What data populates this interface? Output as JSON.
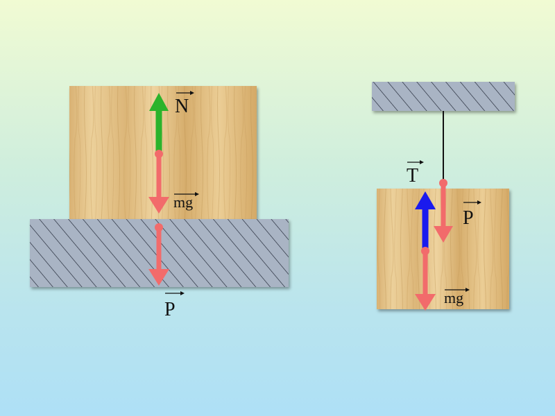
{
  "colors": {
    "wood_light": "#e6c787",
    "wood_dark": "#c89a52",
    "hatch_fill": "#a9b4c4",
    "hatch_line": "#1b2230",
    "arrow_red": "#f26b6b",
    "arrow_green": "#2bb32b",
    "arrow_blue": "#1a1aee",
    "string": "#111111"
  },
  "left_scene": {
    "labels": {
      "normal": "N",
      "weight": "mg",
      "pressure": "P"
    }
  },
  "right_scene": {
    "labels": {
      "tension": "T",
      "pressure": "P",
      "weight": "mg"
    }
  }
}
